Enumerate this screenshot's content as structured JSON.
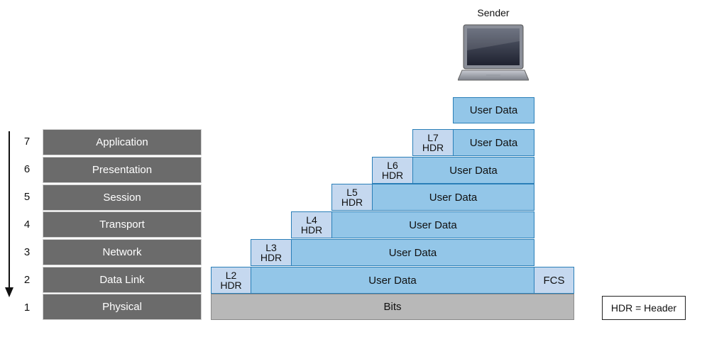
{
  "sender": {
    "label": "Sender"
  },
  "layer_numbers": [
    "7",
    "6",
    "5",
    "4",
    "3",
    "2",
    "1"
  ],
  "layers": [
    "Application",
    "Presentation",
    "Session",
    "Transport",
    "Network",
    "Data Link",
    "Physical"
  ],
  "top_data": "User Data",
  "encapsulation": [
    {
      "hdr_l1": "L7",
      "hdr_l2": "HDR",
      "data": "User Data"
    },
    {
      "hdr_l1": "L6",
      "hdr_l2": "HDR",
      "data": "User Data"
    },
    {
      "hdr_l1": "L5",
      "hdr_l2": "HDR",
      "data": "User Data"
    },
    {
      "hdr_l1": "L4",
      "hdr_l2": "HDR",
      "data": "User Data"
    },
    {
      "hdr_l1": "L3",
      "hdr_l2": "HDR",
      "data": "User Data"
    },
    {
      "hdr_l1": "L2",
      "hdr_l2": "HDR",
      "data": "User Data",
      "trailer": "FCS"
    }
  ],
  "bits": "Bits",
  "legend": "HDR = Header",
  "colors": {
    "layer_bg": "#6b6b6b",
    "data_bg": "#93c6e8",
    "hdr_bg": "#c5d8ef",
    "bits_bg": "#b8b8b8",
    "border": "#2a7fb8"
  }
}
